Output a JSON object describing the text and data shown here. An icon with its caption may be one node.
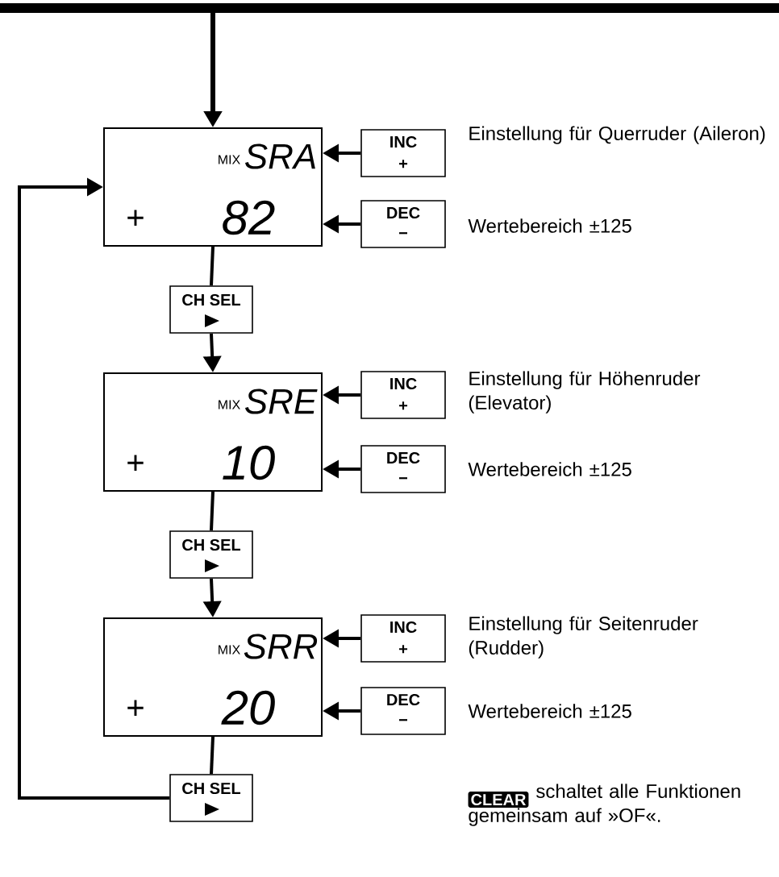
{
  "diagram": {
    "nodes": [
      {
        "text": [
          "MIX",
          "SRA",
          "+",
          "82"
        ]
      },
      {
        "text": [
          "INC",
          "+"
        ]
      },
      {
        "text": [
          "DEC",
          "−"
        ]
      },
      {
        "text": [
          "CH SEL"
        ]
      },
      {
        "text": [
          "MIX",
          "SRE",
          "+",
          "10"
        ]
      },
      {
        "text": [
          "INC",
          "+"
        ]
      },
      {
        "text": [
          "DEC",
          "−"
        ]
      },
      {
        "text": [
          "CH SEL"
        ]
      },
      {
        "text": [
          "MIX",
          "SRR",
          "+",
          "20"
        ]
      },
      {
        "text": [
          "INC",
          "+"
        ]
      },
      {
        "text": [
          "DEC",
          "−"
        ]
      },
      {
        "text": [
          "CH SEL"
        ]
      },
      {
        "text": [
          "CLEAR"
        ],
        "beside": [
          "schaltet alle Funktionen gemeinsam auf »OF«."
        ]
      }
    ],
    "edges": [
      {
        "from": null,
        "to": 0,
        "arrow": "to"
      },
      {
        "from": 1,
        "to": 0,
        "arrow": "to"
      },
      {
        "from": 2,
        "to": 0,
        "arrow": "to"
      },
      {
        "from": 0,
        "to": 3,
        "arrow": "none"
      },
      {
        "from": 3,
        "to": 4,
        "arrow": "to"
      },
      {
        "from": 5,
        "to": 4,
        "arrow": "to"
      },
      {
        "from": 6,
        "to": 4,
        "arrow": "to"
      },
      {
        "from": 4,
        "to": 7,
        "arrow": "none"
      },
      {
        "from": 7,
        "to": 8,
        "arrow": "to"
      },
      {
        "from": 9,
        "to": 8,
        "arrow": "to"
      },
      {
        "from": 10,
        "to": 8,
        "arrow": "to"
      },
      {
        "from": 8,
        "to": 11,
        "arrow": "none"
      },
      {
        "from": 11,
        "to": 0,
        "arrow": "to"
      }
    ],
    "labels": [
      "Einstellung für Querruder (Aileron)",
      "Wertebereich ±125",
      "Einstellung für Höhenruder (Elevator)",
      "Wertebereich ±125",
      "Einstellung für Seitenruder (Rudder)",
      "Wertebereich ±125"
    ]
  }
}
